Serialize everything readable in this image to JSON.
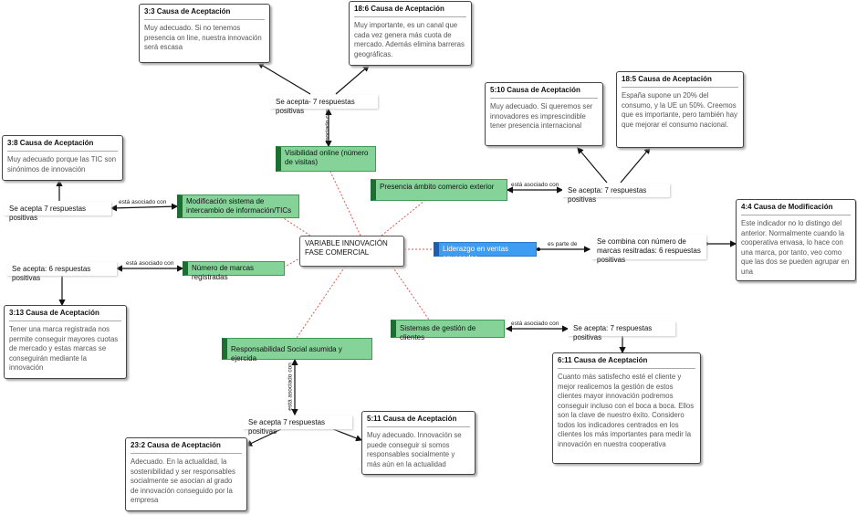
{
  "center": "VARIABLE INNOVACIÓN FASE COMERCIAL",
  "codes": {
    "visibilidad": "Visibilidad online (número de visitas)",
    "modificacion": "Modificación sistema de intercambio de información/TICs",
    "marcas": "Número de marcas registradas",
    "responsabilidad": "Responsabilidad Social asumida y ejercida",
    "presencia": "Presencia ámbito comercio exterior",
    "liderazgo": "Liderazgo en ventas envasadas",
    "sistemas": "Sistemas de gestión de clientes"
  },
  "quotes": {
    "q_vis": "Se acepta- 7 respuestas positivas",
    "q_mod": "Se acepta 7 respuestas positivas",
    "q_mar": "Se acepta: 6 respuestas positivas",
    "q_res": "Se acepta 7 respuestas  positivas",
    "q_pre": "Se acepta: 7  respuestas positivas",
    "q_lid": "Se combina con número de marcas resitradas: 6 respuestas positivas",
    "q_sis": "Se acepta: 7 respuestas positivas"
  },
  "relations": {
    "r_vis": "está asociado con",
    "r_mod": "está asociado con",
    "r_mar": "está asociado con",
    "r_res": "está asociado con",
    "r_pre": "está asociado con",
    "r_lid": "es parte de",
    "r_sis": "está asociado con"
  },
  "memos": {
    "m33": {
      "title": "3:3 Causa de Aceptación",
      "body": "Muy adecuado. Si no tenemos presencia on line, nuestra innovación será escasa"
    },
    "m186": {
      "title": "18:6 Causa de Aceptación",
      "body": "Muy importante, es un canal que cada vez genera más cuota de mercado. Además elimina barreras geográficas."
    },
    "m38": {
      "title": "3:8 Causa de Aceptación",
      "body": "Muy adecuado porque las TIC son sinónimos de innovación"
    },
    "m313": {
      "title": "3:13 Causa de Aceptación",
      "body": "Tener una marca registrada nos permite conseguir mayores cuotas de mercado y estas marcas se conseguirán mediante la innovación"
    },
    "m232": {
      "title": "23:2 Causa de Aceptación",
      "body": "Adecuado. En la actualidad, la sostenibilidad y ser responsables socialmente se asocian al grado de innovación conseguido por la empresa"
    },
    "m511": {
      "title": "5:11 Causa de Aceptación",
      "body": "Muy adecuado. Innovación se puede conseguir si somos responsables socialmente y más aún en la actualidad"
    },
    "m510": {
      "title": "5:10 Causa de Aceptación",
      "body": "Muy adecuado. Si queremos ser innovadores es imprescindible tener presencia internacional"
    },
    "m185": {
      "title": "18:5 Causa de Aceptación",
      "body": "España supone un 20% del consumo, y la UE un 50%. Creemos  que es importante, pero también hay que mejorar el consumo nacional."
    },
    "m44": {
      "title": "4:4 Causa de Modificación",
      "body": "Este indicador no lo distingo del anterior. Normalmente cuando la cooperativa envasa, lo hace con una marca, por tanto, veo como que las dos se pueden agrupar en una"
    },
    "m611": {
      "title": "6:11 Causa de Aceptación",
      "body": "Cuanto más satisfecho esté el cliente y mejor realicemos la gestión de estos clientes mayor innovación podremos conseguir incluso con el boca a boca. Ellos son la clave de nuestro éxito. Considero todos los indicadores centrados en los clientes los más importantes para medir la innovación en nuestra cooperativa"
    }
  }
}
